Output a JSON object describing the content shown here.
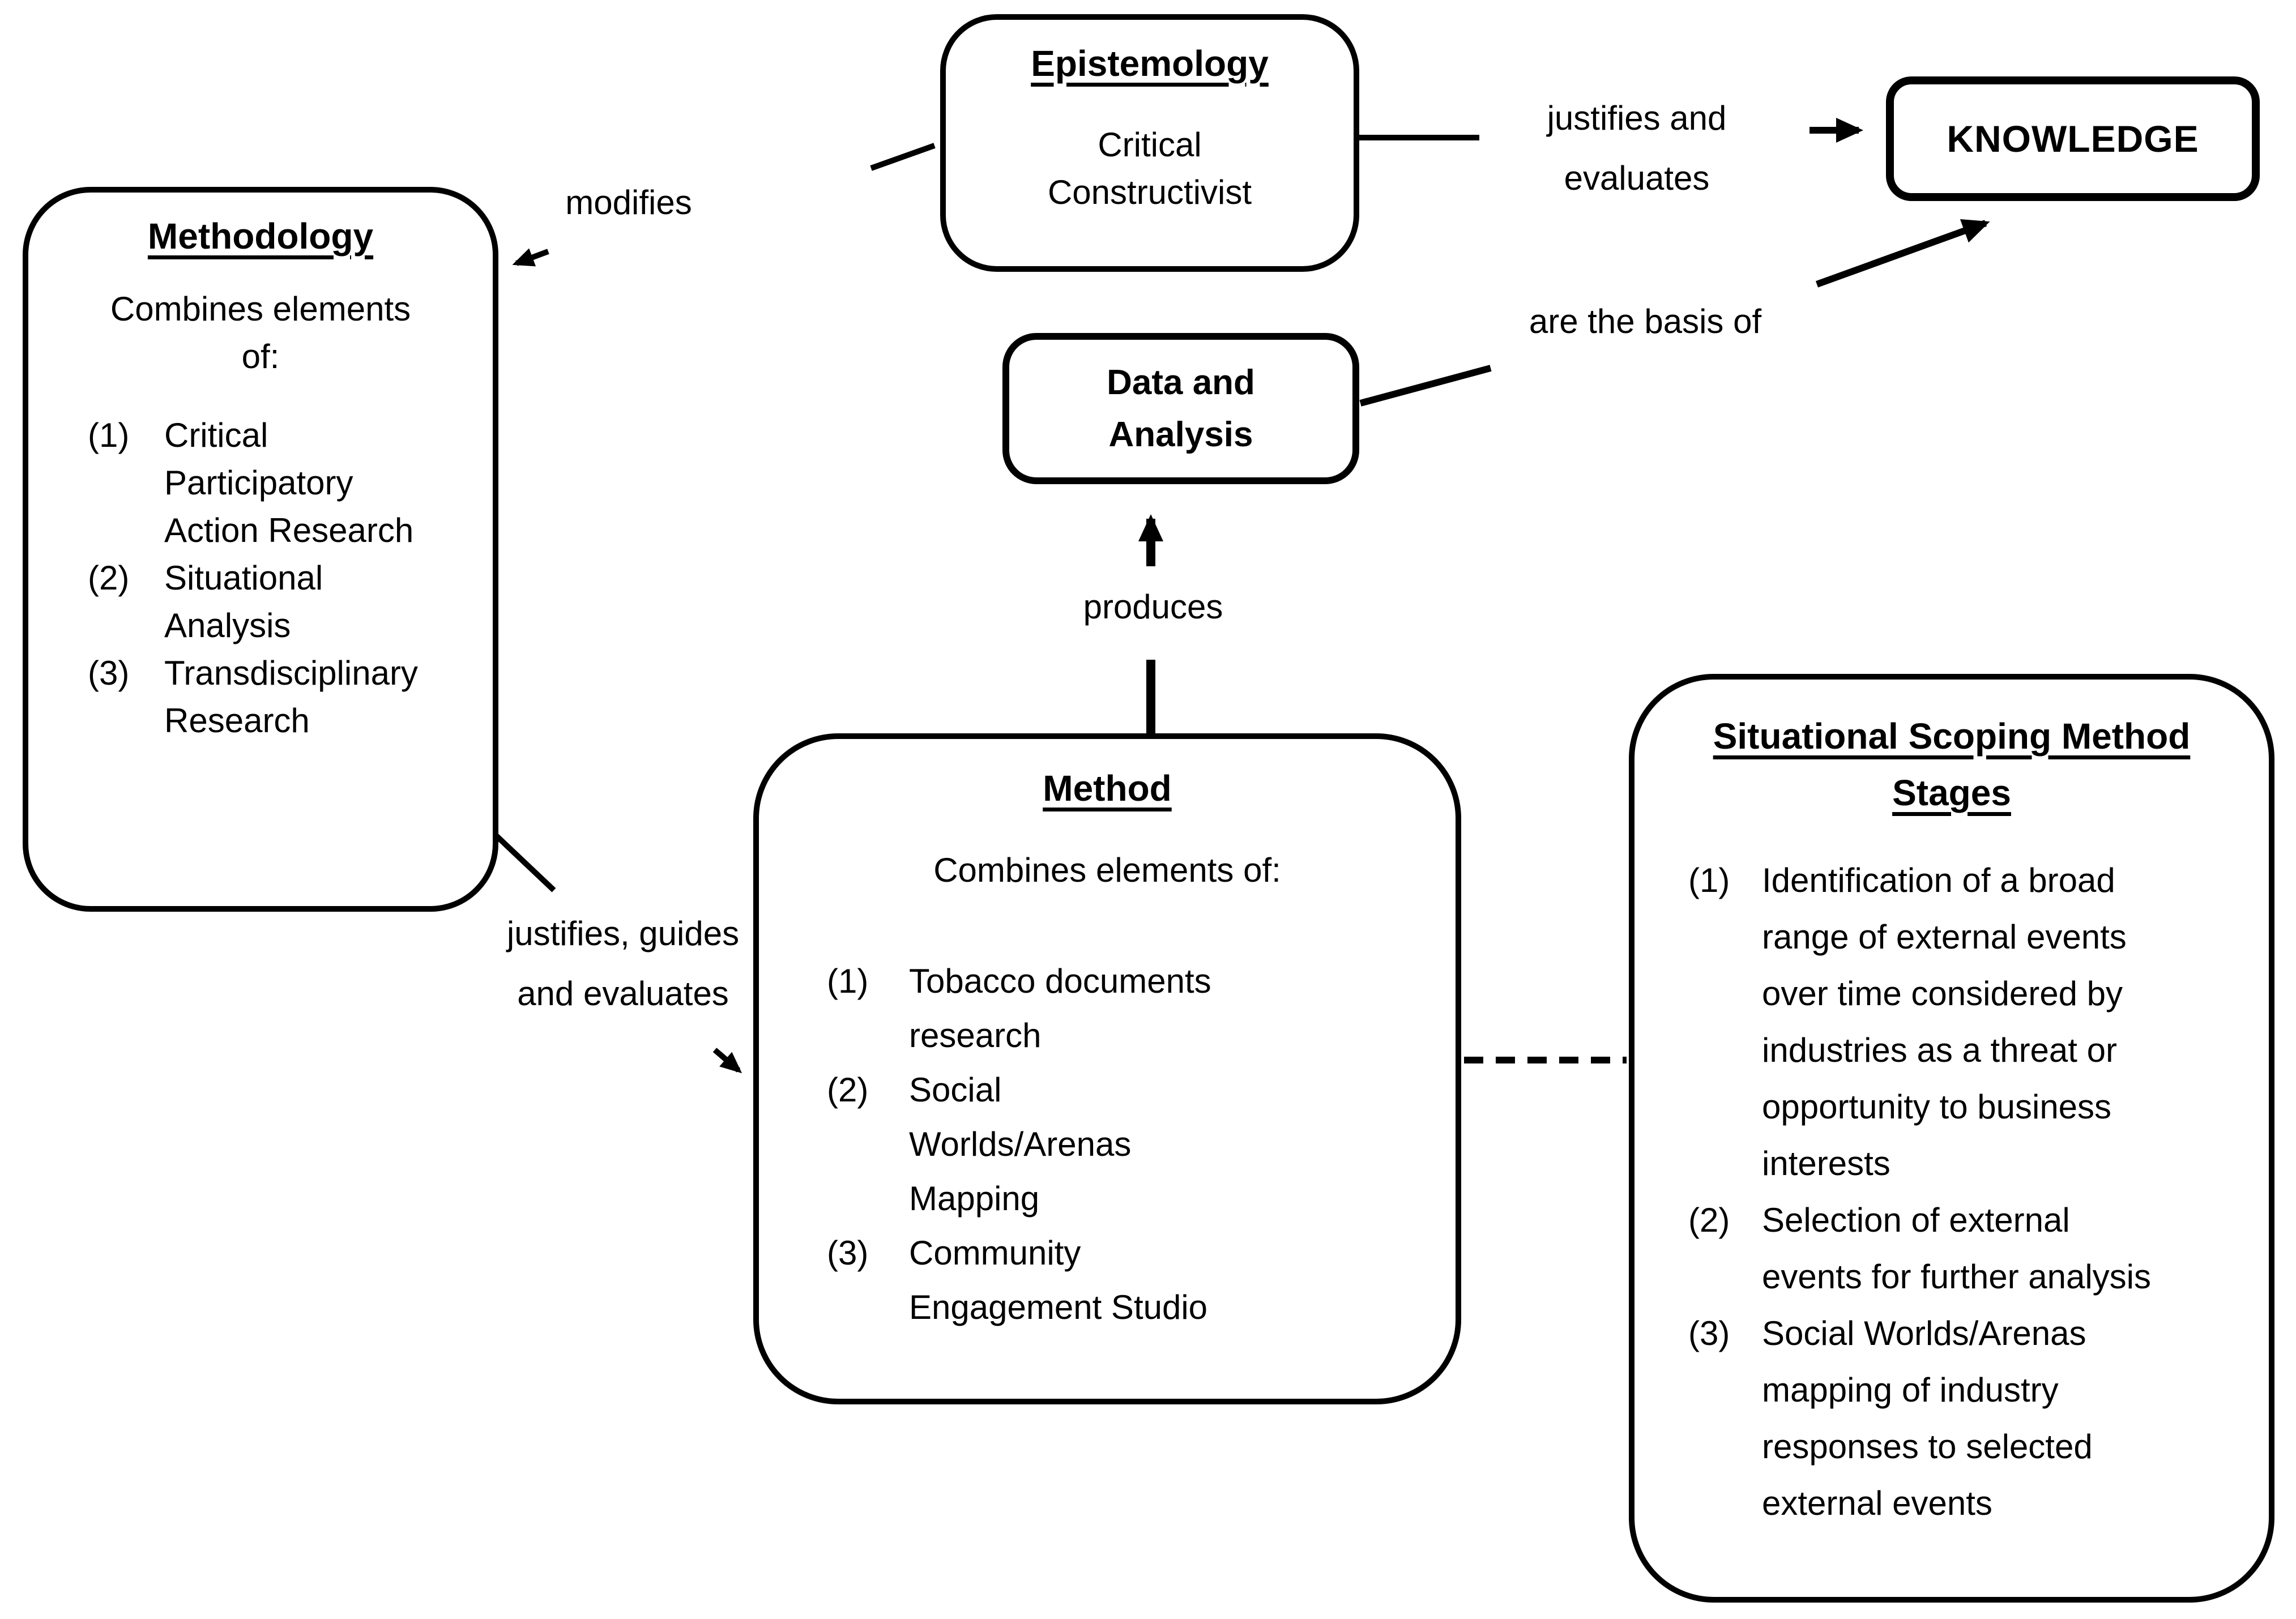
{
  "diagram": {
    "boxes": {
      "methodology": {
        "title": "Methodology",
        "intro_lines": [
          "Combines elements",
          "of:"
        ],
        "items": [
          {
            "num": "(1)",
            "lines": [
              "Critical",
              "Participatory",
              "Action Research"
            ]
          },
          {
            "num": "(2)",
            "lines": [
              "Situational",
              "Analysis"
            ]
          },
          {
            "num": "(3)",
            "lines": [
              "Transdisciplinary",
              "Research"
            ]
          }
        ]
      },
      "epistemology": {
        "title": "Epistemology",
        "subtitle_lines": [
          "Critical",
          "Constructivist"
        ]
      },
      "knowledge": {
        "title": "KNOWLEDGE"
      },
      "data_analysis": {
        "title_lines": [
          "Data and",
          "Analysis"
        ]
      },
      "method": {
        "title": "Method",
        "intro_lines": [
          "Combines elements of:"
        ],
        "items": [
          {
            "num": "(1)",
            "lines": [
              "Tobacco documents",
              "research"
            ]
          },
          {
            "num": "(2)",
            "lines": [
              "Social",
              "Worlds/Arenas",
              "Mapping"
            ]
          },
          {
            "num": "(3)",
            "lines": [
              "Community",
              "Engagement Studio"
            ]
          }
        ]
      },
      "situational": {
        "title_lines": [
          "Situational Scoping Method",
          "Stages"
        ],
        "items": [
          {
            "num": "(1)",
            "lines": [
              "Identification of a broad",
              "range of external events",
              "over time considered by",
              "industries as a threat or",
              "opportunity to business",
              "interests"
            ]
          },
          {
            "num": "(2)",
            "lines": [
              "Selection of external",
              "events for further analysis"
            ]
          },
          {
            "num": "(3)",
            "lines": [
              "Social Worlds/Arenas",
              "mapping of industry",
              "responses to selected",
              "external events"
            ]
          }
        ]
      }
    },
    "labels": {
      "modifies": "modifies",
      "justifies_evaluates_lines": [
        "justifies and",
        "evaluates"
      ],
      "are_basis": "are the basis of",
      "produces": "produces",
      "justifies_guides_lines": [
        "justifies, guides",
        "and evaluates"
      ]
    },
    "colors": {
      "stroke": "#000000",
      "background": "#ffffff"
    }
  }
}
